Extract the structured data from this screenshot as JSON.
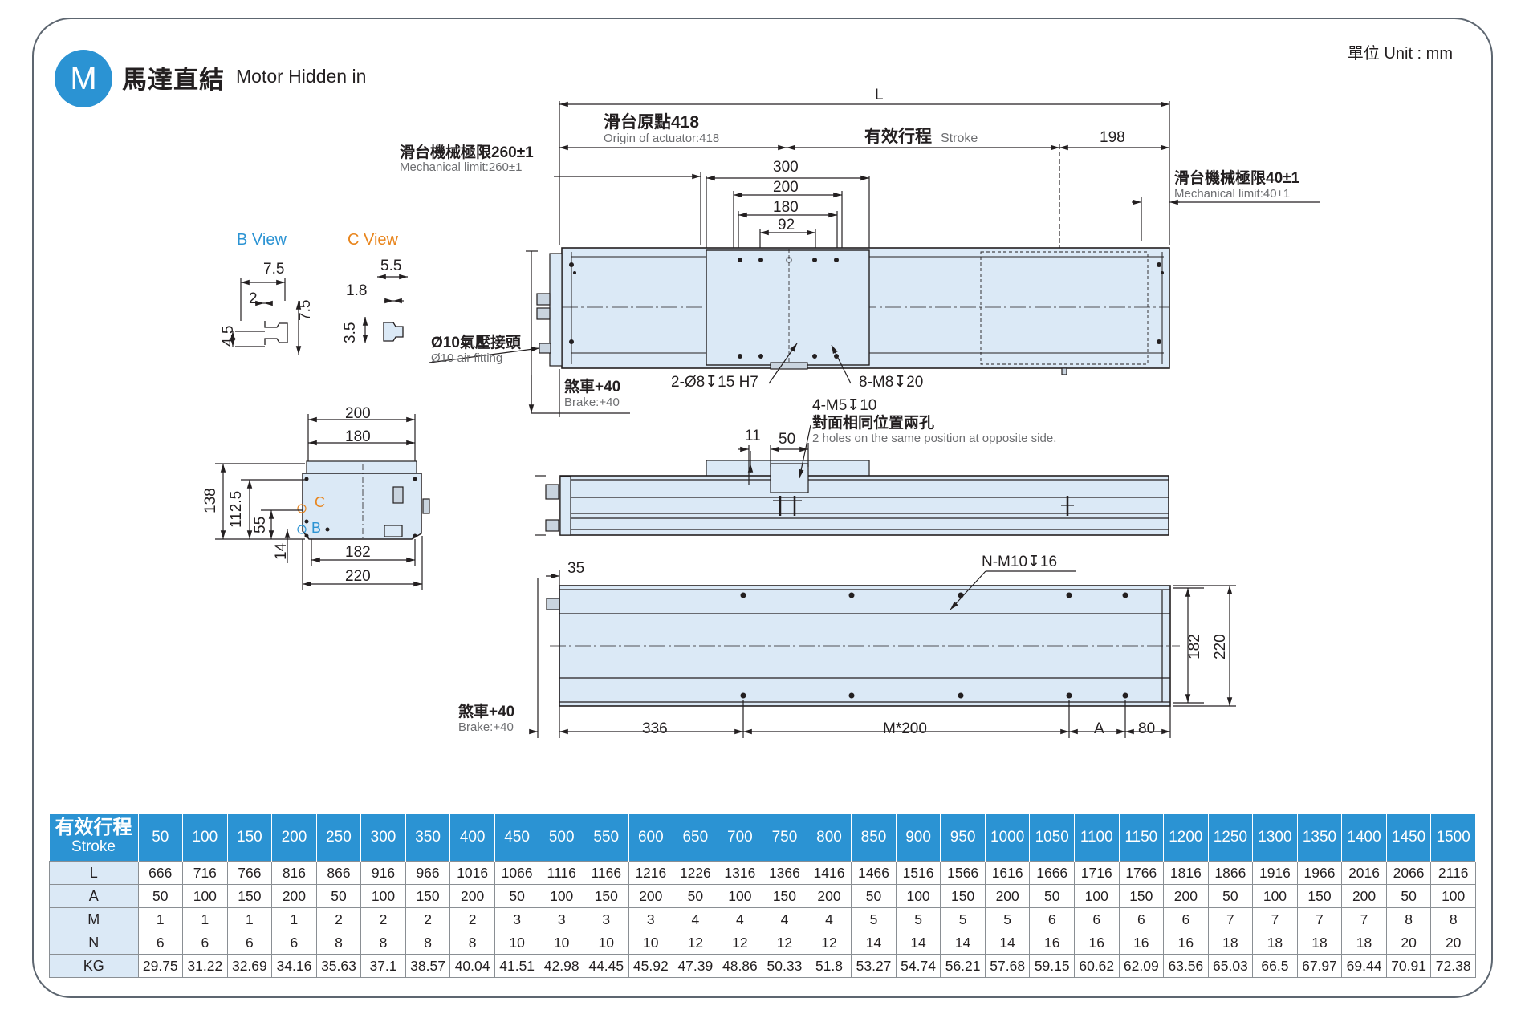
{
  "header": {
    "badge": "M",
    "title_zh": "馬達直結",
    "title_en": "Motor Hidden in",
    "unit": "單位 Unit : mm"
  },
  "colors": {
    "accent": "#2b93d3",
    "body_fill": "#dbe9f6",
    "b_view": "#2b93d3",
    "c_view": "#e8851d"
  },
  "drawing": {
    "b_view": {
      "title": "B View",
      "dims": [
        "7.5",
        "2",
        "7.5",
        "4.5"
      ]
    },
    "c_view": {
      "title": "C View",
      "dims": [
        "5.5",
        "1.8",
        "3.5"
      ]
    },
    "end_view": {
      "dims": [
        "200",
        "180",
        "138",
        "112.5",
        "55",
        "14",
        "182",
        "220"
      ],
      "mark_c": "C",
      "mark_b": "B"
    },
    "top_view": {
      "length": "L",
      "origin_zh": "滑台原點418",
      "origin_en": "Origin of actuator:418",
      "stroke_zh": "有效行程",
      "stroke_en": "Stroke",
      "end_dim": "198",
      "mech_left_zh": "滑台機械極限260±1",
      "mech_left_en": "Mechanical limit:260±1",
      "mech_right_zh": "滑台機械極限40±1",
      "mech_right_en": "Mechanical limit:40±1",
      "carriage_dims": [
        "300",
        "200",
        "180",
        "92"
      ],
      "air_zh": "Ø10氣壓接頭",
      "air_en": "Ø10 air fitting",
      "brake_zh": "煞車+40",
      "brake_en": "Brake:+40",
      "pin_holes": "2-Ø8↧15 H7",
      "tap_holes": "8-M8↧20"
    },
    "side_view": {
      "m5_note": "4-M5↧10",
      "m5_zh": "對面相同位置兩孔",
      "m5_en": "2 holes on the same position at opposite side.",
      "dim_11": "11",
      "dim_50": "50"
    },
    "bottom_view": {
      "dim_35": "35",
      "holes": "N-M10↧16",
      "dim_336": "336",
      "dim_m": "M*200",
      "dim_a": "A",
      "dim_80": "80",
      "dim_182": "182",
      "dim_220": "220",
      "brake_zh": "煞車+40",
      "brake_en": "Brake:+40"
    }
  },
  "table": {
    "header_zh": "有效行程",
    "header_en": "Stroke",
    "strokes": [
      "50",
      "100",
      "150",
      "200",
      "250",
      "300",
      "350",
      "400",
      "450",
      "500",
      "550",
      "600",
      "650",
      "700",
      "750",
      "800",
      "850",
      "900",
      "950",
      "1000",
      "1050",
      "1100",
      "1150",
      "1200",
      "1250",
      "1300",
      "1350",
      "1400",
      "1450",
      "1500"
    ],
    "rows": [
      {
        "label": "L",
        "values": [
          "666",
          "716",
          "766",
          "816",
          "866",
          "916",
          "966",
          "1016",
          "1066",
          "1116",
          "1166",
          "1216",
          "1226",
          "1316",
          "1366",
          "1416",
          "1466",
          "1516",
          "1566",
          "1616",
          "1666",
          "1716",
          "1766",
          "1816",
          "1866",
          "1916",
          "1966",
          "2016",
          "2066",
          "2116"
        ]
      },
      {
        "label": "A",
        "values": [
          "50",
          "100",
          "150",
          "200",
          "50",
          "100",
          "150",
          "200",
          "50",
          "100",
          "150",
          "200",
          "50",
          "100",
          "150",
          "200",
          "50",
          "100",
          "150",
          "200",
          "50",
          "100",
          "150",
          "200",
          "50",
          "100",
          "150",
          "200",
          "50",
          "100"
        ]
      },
      {
        "label": "M",
        "values": [
          "1",
          "1",
          "1",
          "1",
          "2",
          "2",
          "2",
          "2",
          "3",
          "3",
          "3",
          "3",
          "4",
          "4",
          "4",
          "4",
          "5",
          "5",
          "5",
          "5",
          "6",
          "6",
          "6",
          "6",
          "7",
          "7",
          "7",
          "7",
          "8",
          "8"
        ]
      },
      {
        "label": "N",
        "values": [
          "6",
          "6",
          "6",
          "6",
          "8",
          "8",
          "8",
          "8",
          "10",
          "10",
          "10",
          "10",
          "12",
          "12",
          "12",
          "12",
          "14",
          "14",
          "14",
          "14",
          "16",
          "16",
          "16",
          "16",
          "18",
          "18",
          "18",
          "18",
          "20",
          "20"
        ]
      },
      {
        "label": "KG",
        "values": [
          "29.75",
          "31.22",
          "32.69",
          "34.16",
          "35.63",
          "37.1",
          "38.57",
          "40.04",
          "41.51",
          "42.98",
          "44.45",
          "45.92",
          "47.39",
          "48.86",
          "50.33",
          "51.8",
          "53.27",
          "54.74",
          "56.21",
          "57.68",
          "59.15",
          "60.62",
          "62.09",
          "63.56",
          "65.03",
          "66.5",
          "67.97",
          "69.44",
          "70.91",
          "72.38"
        ]
      }
    ]
  }
}
